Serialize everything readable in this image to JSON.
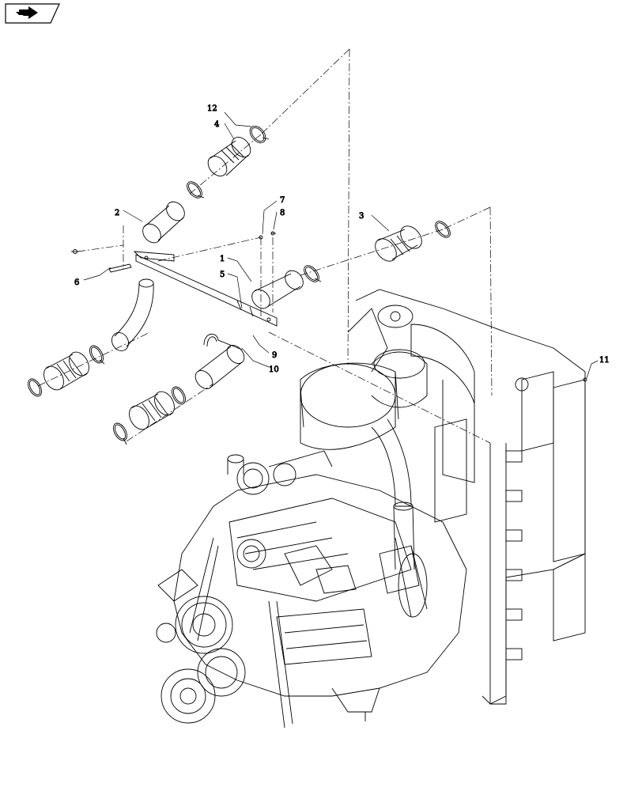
{
  "nav": {
    "icon": "next-page-arrow-icon"
  },
  "callouts": [
    {
      "id": "c12",
      "text": "12"
    },
    {
      "id": "c4",
      "text": "4"
    },
    {
      "id": "c2",
      "text": "2"
    },
    {
      "id": "c7",
      "text": "7"
    },
    {
      "id": "c8",
      "text": "8"
    },
    {
      "id": "c3",
      "text": "3"
    },
    {
      "id": "c6",
      "text": "6"
    },
    {
      "id": "c1",
      "text": "1"
    },
    {
      "id": "c5",
      "text": "5"
    },
    {
      "id": "c9",
      "text": "9"
    },
    {
      "id": "c10",
      "text": "10"
    },
    {
      "id": "c11",
      "text": "11"
    }
  ],
  "colors": {
    "line": "#000000",
    "background": "#ffffff"
  }
}
